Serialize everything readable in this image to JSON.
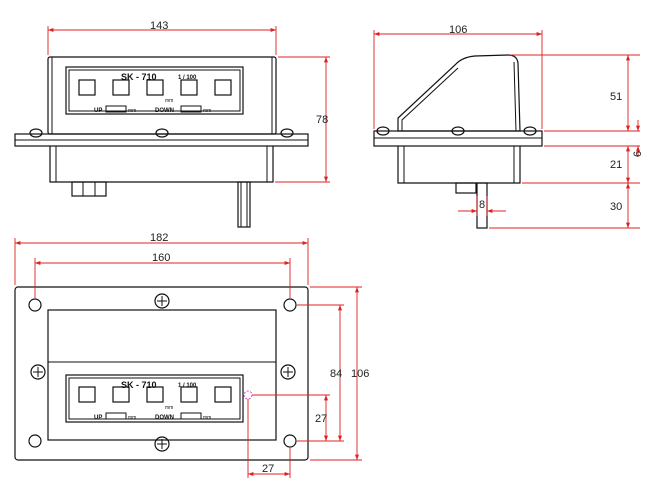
{
  "device": {
    "model": "SK - 710",
    "resolution": "1 / 100",
    "unit_label": "mm",
    "up_label": "UP",
    "down_label": "DOWN",
    "up_unit": "mm",
    "down_unit": "mm"
  },
  "dimensions": {
    "front_width": "143",
    "front_height": "78",
    "side_depth": "106",
    "side_upper_height": "51",
    "side_lower_height": "21",
    "side_flange": "6",
    "shaft_diameter": "8",
    "shaft_length": "30",
    "bottom_outer_width": "182",
    "bottom_hole_pitch": "160",
    "bottom_outer_height": "106",
    "bottom_hole_height": "84",
    "bottom_display_offset_y": "27",
    "bottom_display_offset_x": "27"
  },
  "colors": {
    "dimension": "#e02020",
    "outline": "#111111"
  }
}
